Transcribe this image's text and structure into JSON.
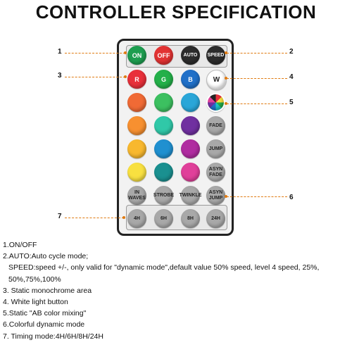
{
  "title": "CONTROLLER SPECIFICATION",
  "accent_color": "#e07a10",
  "rows": [
    [
      {
        "label": "ON",
        "color": "#1e9e50"
      },
      {
        "label": "OFF",
        "color": "#e23333"
      },
      {
        "label": "AUTO",
        "color": "#2c2c2c"
      },
      {
        "label": "SPEED",
        "color": "#2c2c2c"
      }
    ],
    [
      {
        "label": "R",
        "color": "#e8303a"
      },
      {
        "label": "G",
        "color": "#24b04a"
      },
      {
        "label": "B",
        "color": "#2070c8"
      },
      {
        "label": "W",
        "color": "#ffffff"
      }
    ],
    [
      {
        "label": "",
        "color": "#f06a35"
      },
      {
        "label": "",
        "color": "#3cc060"
      },
      {
        "label": "",
        "color": "#2aa6d8"
      },
      {
        "label": "",
        "color": "multicolor"
      }
    ],
    [
      {
        "label": "",
        "color": "#f79030"
      },
      {
        "label": "",
        "color": "#30c8a8"
      },
      {
        "label": "",
        "color": "#7030a0"
      },
      {
        "label": "FADE",
        "color": "#a8a8a8"
      }
    ],
    [
      {
        "label": "",
        "color": "#f8b82e"
      },
      {
        "label": "",
        "color": "#2090d0"
      },
      {
        "label": "",
        "color": "#b02ca0"
      },
      {
        "label": "JUMP",
        "color": "#a8a8a8"
      }
    ],
    [
      {
        "label": "",
        "color": "#f8e040"
      },
      {
        "label": "",
        "color": "#1a9090"
      },
      {
        "label": "",
        "color": "#e0409a"
      },
      {
        "label": "ASYN FADE",
        "color": "#a8a8a8"
      }
    ],
    [
      {
        "label": "IN WAVES",
        "color": "#a8a8a8"
      },
      {
        "label": "STROBE",
        "color": "#a8a8a8"
      },
      {
        "label": "TWINKLE",
        "color": "#a8a8a8"
      },
      {
        "label": "ASYN JUMP",
        "color": "#a8a8a8"
      }
    ],
    [
      {
        "label": "4H",
        "color": "#a8a8a8"
      },
      {
        "label": "6H",
        "color": "#a8a8a8"
      },
      {
        "label": "8H",
        "color": "#a8a8a8"
      },
      {
        "label": "24H",
        "color": "#a8a8a8"
      }
    ]
  ],
  "callouts": [
    "1",
    "2",
    "3",
    "4",
    "5",
    "6",
    "7"
  ],
  "legend": [
    "1.ON/OFF",
    "2.AUTO:Auto cycle mode;",
    "SPEED:speed +/-, only valid for \"dynamic mode\",default value 50% speed, level 4 speed, 25%,",
    "50%,75%,100%",
    "3. Static monochrome area",
    "4. White light button",
    "5.Static \"AB color mixing\"",
    "6.Colorful dynamic mode",
    "7. Timing mode:4H/6H/8H/24H"
  ]
}
